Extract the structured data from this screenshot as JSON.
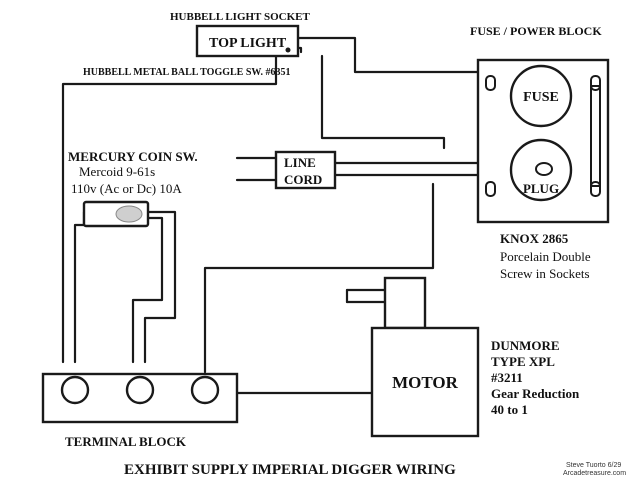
{
  "title": "EXHIBIT  SUPPLY IMPERIAL DIGGER WIRING",
  "credit": {
    "line1": "Steve Tuorto 6/29",
    "line2": "Arcadetreasure.com"
  },
  "switch_box": {
    "header": "HUBBELL LIGHT SOCKET",
    "label": "TOP LIGHT",
    "footer": "HUBBELL METAL BALL TOGGLE SW. #6351"
  },
  "fuse_block": {
    "header": "FUSE / POWER BLOCK",
    "fuse_label": "FUSE",
    "plug_label": "PLUG",
    "caption": [
      "KNOX 2865",
      "Porcelain Double",
      "Screw in Sockets"
    ]
  },
  "coin_switch": {
    "header": "MERCURY COIN SW.",
    "lines": [
      "Mercoid 9-61s",
      "110v (Ac or Dc) 10A"
    ]
  },
  "line_cord": {
    "line1": "LINE",
    "line2": "CORD"
  },
  "motor": {
    "label": "MOTOR",
    "caption": [
      "DUNMORE",
      "TYPE XPL",
      "#3211",
      "Gear Reduction",
      "40 to 1"
    ]
  },
  "terminal_block": {
    "label": "TERMINAL BLOCK"
  },
  "colors": {
    "ink": "#1a1a1a",
    "mercury": "#cfcfcf"
  }
}
